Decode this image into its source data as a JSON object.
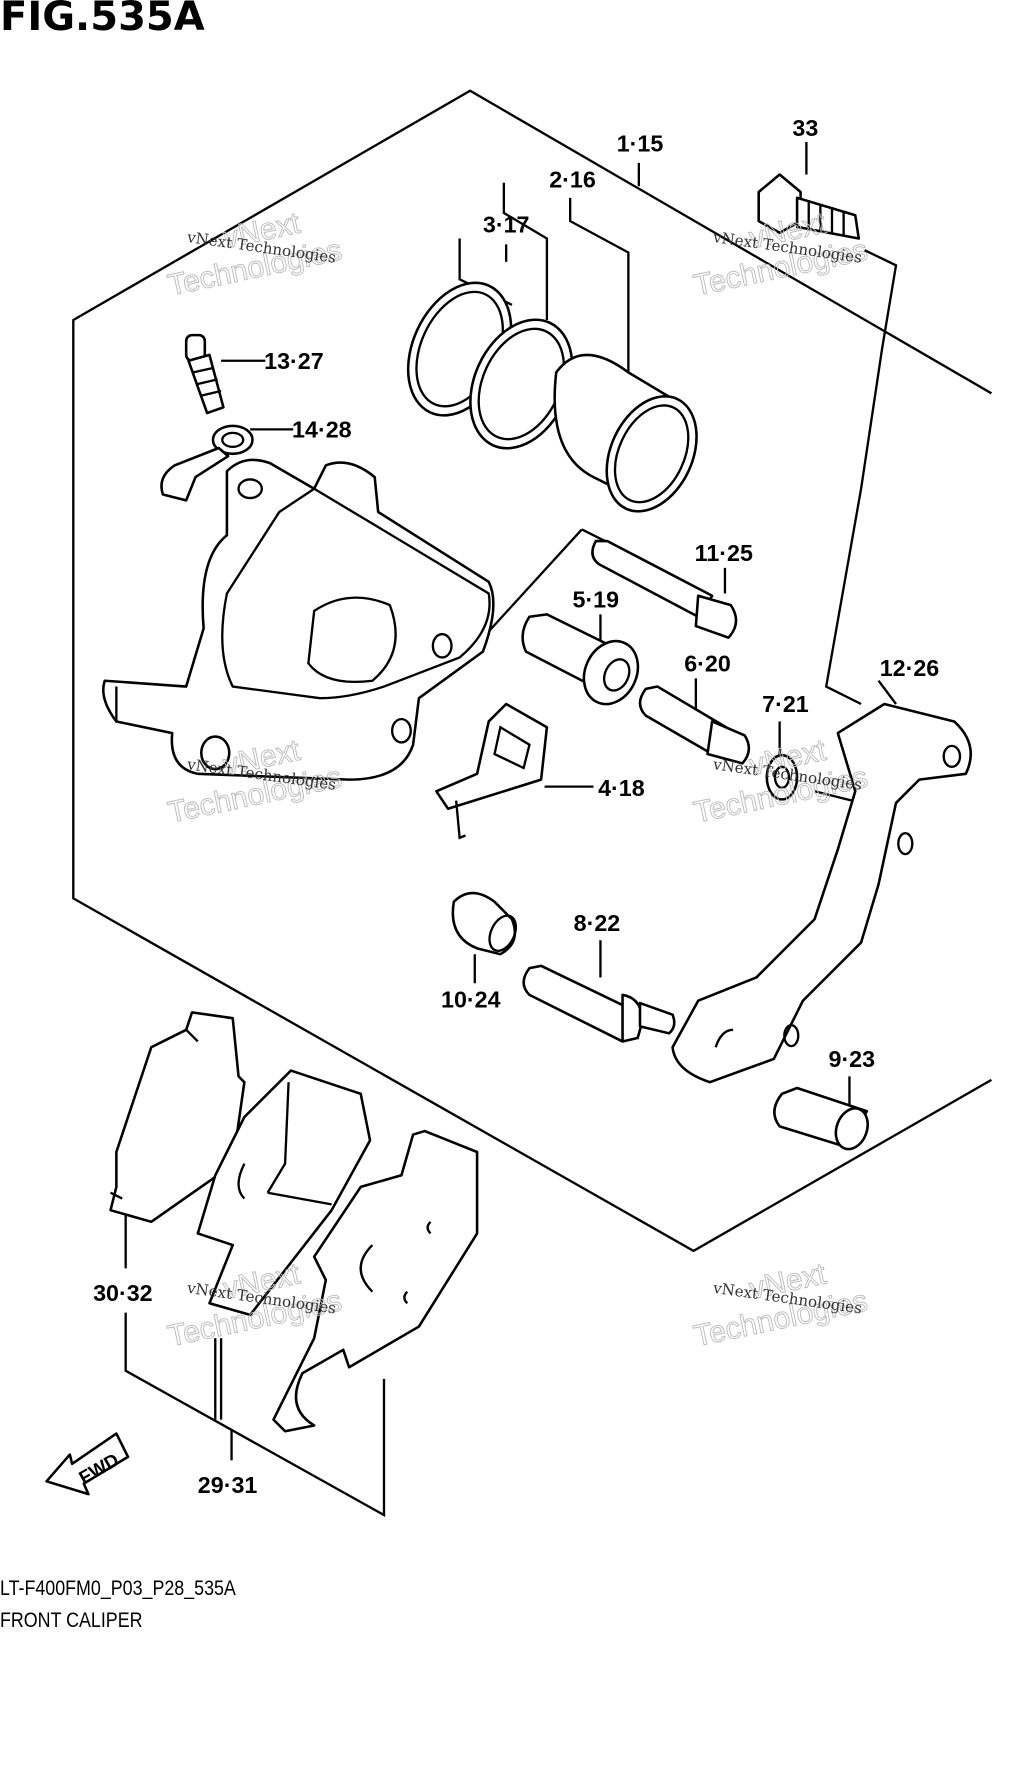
{
  "figure": {
    "title": "FIG.535A",
    "model_code": "LT-F400FM0_P03_P28_535A",
    "caption": "FRONT CALIPER"
  },
  "labels": {
    "p1_15": "1·15",
    "p2_16": "2·16",
    "p3_17": "3·17",
    "p33": "33",
    "p13_27": "13·27",
    "p14_28": "14·28",
    "p11_25": "11·25",
    "p5_19": "5·19",
    "p6_20": "6·20",
    "p12_26": "12·26",
    "p7_21": "7·21",
    "p4_18": "4·18",
    "p8_22": "8·22",
    "p10_24": "10·24",
    "p9_23": "9·23",
    "p30_32": "30·32",
    "p29_31": "29·31"
  },
  "direction_arrow": "FWD",
  "watermark": {
    "line1": "vNext Technologies",
    "outline_top": "vNext",
    "outline_bottom": "Technologies"
  }
}
